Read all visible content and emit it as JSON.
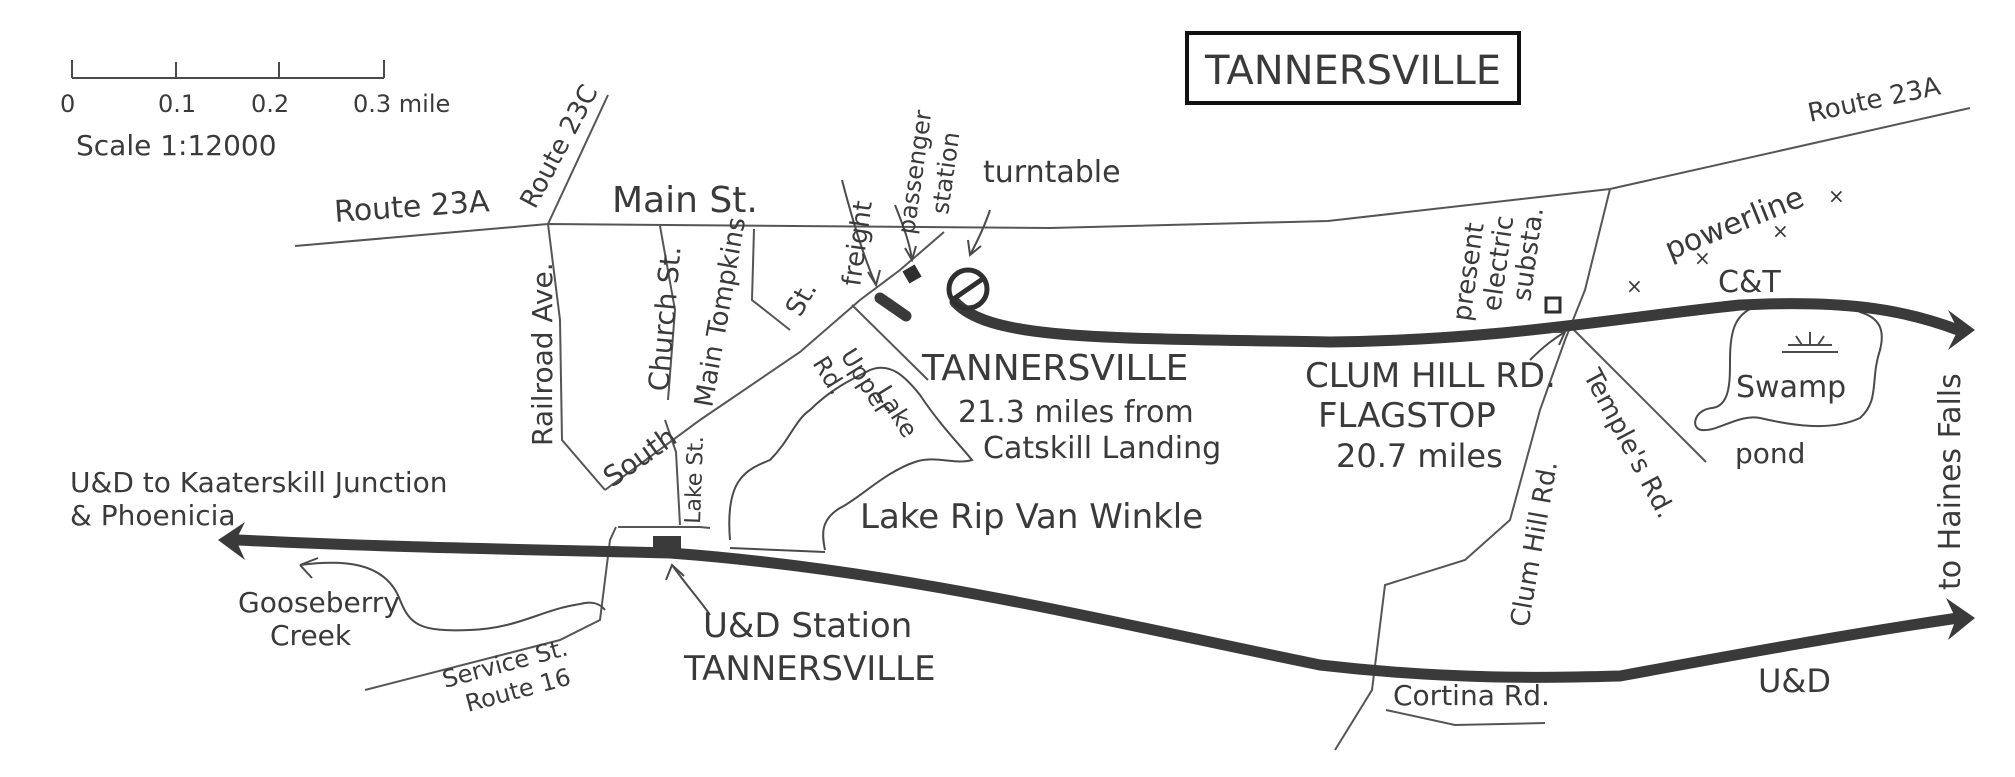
{
  "map": {
    "title": "TANNERSVILLE",
    "scale": {
      "ticks": [
        "0",
        "0.1",
        "0.2",
        "0.3 mile"
      ],
      "label": "Scale 1:12000"
    },
    "roads": {
      "route23a_west": "Route 23A",
      "route23c": "Route 23C",
      "main_st": "Main St.",
      "route23a_east": "Route 23A",
      "railroad_ave": "Railroad Ave.",
      "church_st": "Church St.",
      "main_tompkins": "Main Tompkins",
      "st": "St.",
      "south": "South",
      "lake_st": "Lake St.",
      "upper_lake_rd_1": "Upper",
      "upper_lake_rd_2": "Rd.",
      "upper_lake_rd_3": "Lake",
      "service_st_1": "Service St.",
      "service_st_2": "Route 16",
      "clum_hill_rd": "Clum Hill Rd.",
      "temple_rd": "Temple's Rd.",
      "cortina_rd": "Cortina Rd."
    },
    "labels": {
      "freight": "freight",
      "passenger_station_1": "passenger",
      "passenger_station_2": "station",
      "turntable": "turntable",
      "tannersville_station": "TANNERSVILLE",
      "tannersville_miles_1": "21.3 miles from",
      "tannersville_miles_2": "Catskill Landing",
      "clum_hill_flagstop_1": "CLUM HILL RD.",
      "clum_hill_flagstop_2": "FLAGSTOP",
      "clum_hill_flagstop_3": "20.7 miles",
      "substation_1": "present",
      "substation_2": "electric",
      "substation_3": "substa.",
      "powerline": "powerline",
      "ct": "C&T",
      "swamp": "Swamp",
      "pond": "pond",
      "lake_rip_van_winkle": "Lake Rip Van Winkle",
      "ud_west_1": "U&D to Kaaterskill Junction",
      "ud_west_2": "& Phoenicia",
      "gooseberry_1": "Gooseberry",
      "gooseberry_2": "Creek",
      "ud_station_1": "U&D Station",
      "ud_station_2": "TANNERSVILLE",
      "to_haines_falls": "to Haines Falls",
      "ud_east": "U&D"
    }
  }
}
